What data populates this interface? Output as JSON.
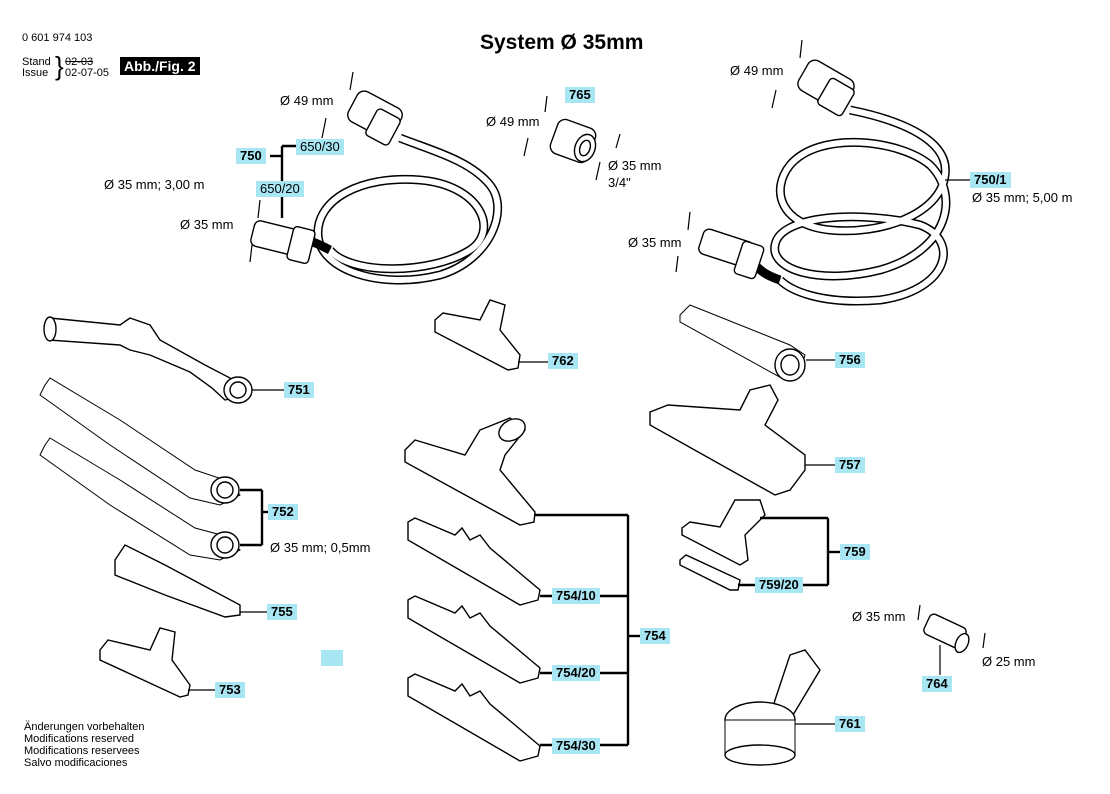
{
  "header": {
    "part_number": "0 601 974 103",
    "stand_label": "Stand",
    "stand_value": "02-03",
    "issue_label": "Issue",
    "issue_value": "02-07-05",
    "fig_badge": "Abb./Fig. 2",
    "title": "System Ø 35mm"
  },
  "footer": {
    "lines": [
      "Änderungen vorbehalten",
      "Modifications reserved",
      "Modifications reservees",
      "Salvo modificaciones"
    ]
  },
  "dimensions": {
    "d49_a": "Ø 49 mm",
    "d35_3m": "Ø 35 mm; 3,00 m",
    "d35_a": "Ø 35 mm",
    "d49_b": "Ø 49 mm",
    "d35_b": "Ø 35 mm",
    "thread": "3/4\"",
    "d49_c": "Ø 49 mm",
    "d35_5m": "Ø 35 mm; 5,00 m",
    "d35_c": "Ø 35 mm",
    "d35_05": "Ø 35 mm; 0,5mm",
    "d35_d": "Ø 35 mm",
    "d25": "Ø 25 mm"
  },
  "parts": {
    "p750": "750",
    "p650_30": "650/30",
    "p650_20": "650/20",
    "p765": "765",
    "p750_1": "750/1",
    "p751": "751",
    "p762": "762",
    "p756": "756",
    "p757": "757",
    "p752": "752",
    "p755": "755",
    "p753": "753",
    "p754_10": "754/10",
    "p754": "754",
    "p754_20": "754/20",
    "p754_30": "754/30",
    "p759": "759",
    "p759_20": "759/20",
    "p764": "764",
    "p761": "761",
    "blank": ""
  },
  "colors": {
    "tag_background": "#a8e6f4",
    "line": "#000000"
  }
}
